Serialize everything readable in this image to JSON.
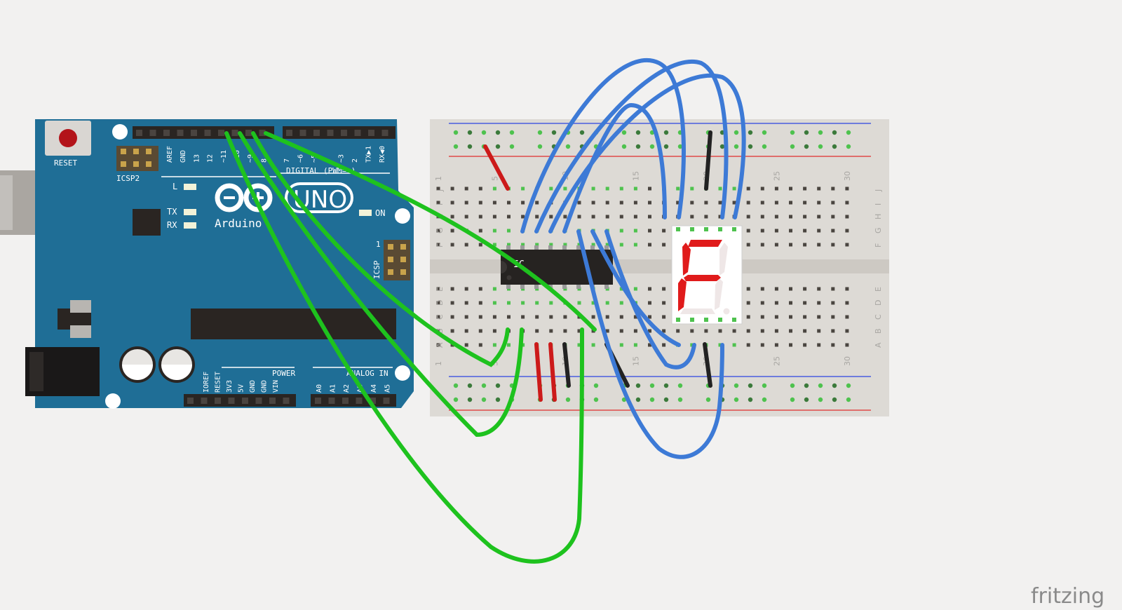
{
  "arduino": {
    "reset_label": "RESET",
    "icsp2_label": "ICSP2",
    "icsp_label": "ICSP",
    "icsp_pin1": "1",
    "led_l": "L",
    "led_tx": "TX",
    "led_rx": "RX",
    "led_on": "ON",
    "logo_model": "UNO",
    "logo_brand": "Arduino",
    "digital_label": "DIGITAL (PWM=~)",
    "power_label": "POWER",
    "analog_label": "ANALOG IN",
    "top_header_pins": [
      "AREF",
      "GND",
      "13",
      "12",
      "~11",
      "~10",
      "~9",
      "8",
      "7",
      "~6",
      "~5",
      "4",
      "~3",
      "2",
      "TX▶1",
      "RX◀0"
    ],
    "power_pins": [
      "IOREF",
      "RESET",
      "3V3",
      "5V",
      "GND",
      "GND",
      "VIN"
    ],
    "analog_pins": [
      "A0",
      "A1",
      "A2",
      "A3",
      "A4",
      "A5"
    ]
  },
  "breadboard": {
    "row_letters_top": [
      "J",
      "I",
      "H",
      "G",
      "F"
    ],
    "row_letters_bottom": [
      "E",
      "D",
      "C",
      "B",
      "A"
    ],
    "column_numbers": [
      "1",
      "5",
      "10",
      "15",
      "20",
      "25",
      "30"
    ]
  },
  "chip": {
    "label": "IC"
  },
  "display": {
    "shown_digit": "F"
  },
  "brand": {
    "text": "fritzing"
  },
  "colors": {
    "board": "#1f6e96",
    "breadboard": "#dddad5",
    "wire_green": "#1ec21e",
    "wire_blue": "#3d7ad6",
    "wire_red": "#cc1a1a",
    "wire_black": "#222222",
    "segment_on": "#e01b1b",
    "segment_off": "#efe7e7"
  }
}
